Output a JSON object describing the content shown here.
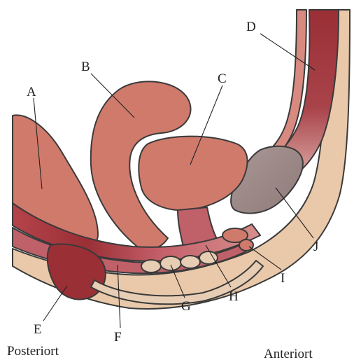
{
  "labels": {
    "A": "A",
    "B": "B",
    "C": "C",
    "D": "D",
    "E": "E",
    "F": "F",
    "G": "G",
    "H": "H",
    "I": "I",
    "J": "J"
  },
  "captions": {
    "posterior": "Posteriort",
    "anterior": "Anteriort"
  },
  "colors": {
    "organ": "#d07a6c",
    "dark": "#9a2f36",
    "skin": "#e9c9aa",
    "bone": "#e6cdb4",
    "gray": "#a08e8c",
    "outline": "#3a3a3a"
  }
}
